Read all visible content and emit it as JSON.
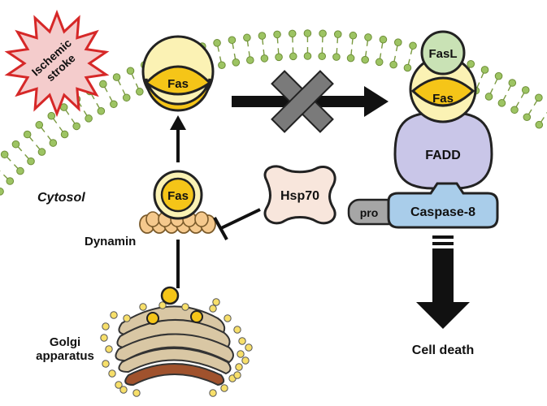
{
  "labels": {
    "stimulus_line1": "Ischemic",
    "stimulus_line2": "stroke",
    "cytosol": "Cytosol",
    "fas_membrane_left": "Fas",
    "fas_membrane_right": "Fas",
    "fas_vesicle": "Fas",
    "fasl": "FasL",
    "fadd": "FADD",
    "pro": "pro",
    "caspase8": "Caspase-8",
    "hsp70": "Hsp70",
    "dynamin": "Dynamin",
    "golgi_line1": "Golgi",
    "golgi_line2": "apparatus",
    "cell_death": "Cell death"
  },
  "colors": {
    "membrane_green": "#9dc463",
    "fas_yellow": "#f5c518",
    "fas_light_yellow": "#fbf2b4",
    "fasl_green": "#c9e2b5",
    "fadd_purple": "#c9c6e8",
    "caspase_blue": "#a9cdea",
    "pro_gray": "#a6a6a6",
    "hsp70_beige": "#f8e6dc",
    "dynamin_orange": "#f5c98d",
    "stroke_pink": "#f4cccc",
    "stroke_red": "#d62828",
    "golgi_tan": "#d9c7a4",
    "golgi_brown": "#a0522d"
  }
}
